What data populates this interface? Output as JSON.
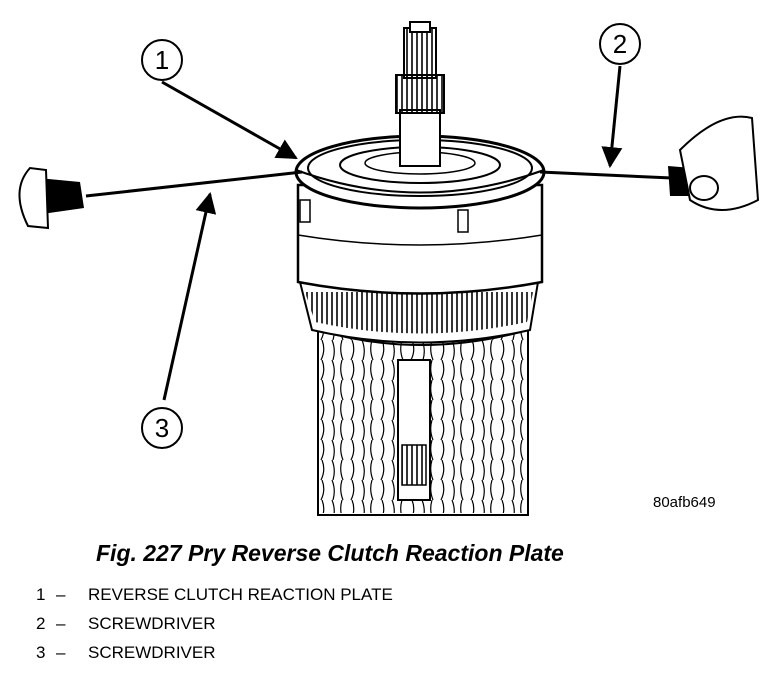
{
  "figure": {
    "id_code": "80afb649",
    "callouts": [
      {
        "number": "1",
        "target": "reverse-clutch-reaction-plate"
      },
      {
        "number": "2",
        "target": "screwdriver-right"
      },
      {
        "number": "3",
        "target": "screwdriver-left"
      }
    ]
  },
  "caption": "Fig. 227 Pry Reverse Clutch Reaction Plate",
  "legend": [
    {
      "number": "1",
      "dash": "–",
      "label": "REVERSE CLUTCH REACTION PLATE"
    },
    {
      "number": "2",
      "dash": "–",
      "label": "SCREWDRIVER"
    },
    {
      "number": "3",
      "dash": "–",
      "label": "SCREWDRIVER"
    }
  ]
}
